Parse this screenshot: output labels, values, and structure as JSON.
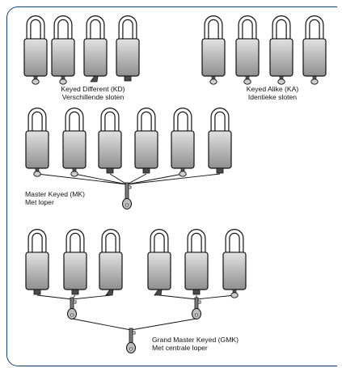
{
  "colors": {
    "frame": "#123f6e",
    "body_top": "#e2e2e2",
    "body_bottom": "#8f8f8f",
    "outline": "#111111",
    "shackle": "#ffffff"
  },
  "groups": {
    "keyed_different": {
      "title": "Keyed Different (KD)",
      "subtitle": "Verschillende sloten",
      "lock_count": 4
    },
    "keyed_alike": {
      "title": "Keyed Alike (KA)",
      "subtitle": "Identieke sloten",
      "lock_count": 4
    },
    "master_keyed": {
      "title": "Master Keyed (MK)",
      "subtitle": "Met loper",
      "lock_count": 6,
      "master_keys": 1
    },
    "grand_master_keyed": {
      "title": "Grand Master Keyed (GMK)",
      "subtitle": "Met centrale loper",
      "lock_count": 6,
      "master_keys": 2,
      "grand_master_keys": 1
    }
  }
}
